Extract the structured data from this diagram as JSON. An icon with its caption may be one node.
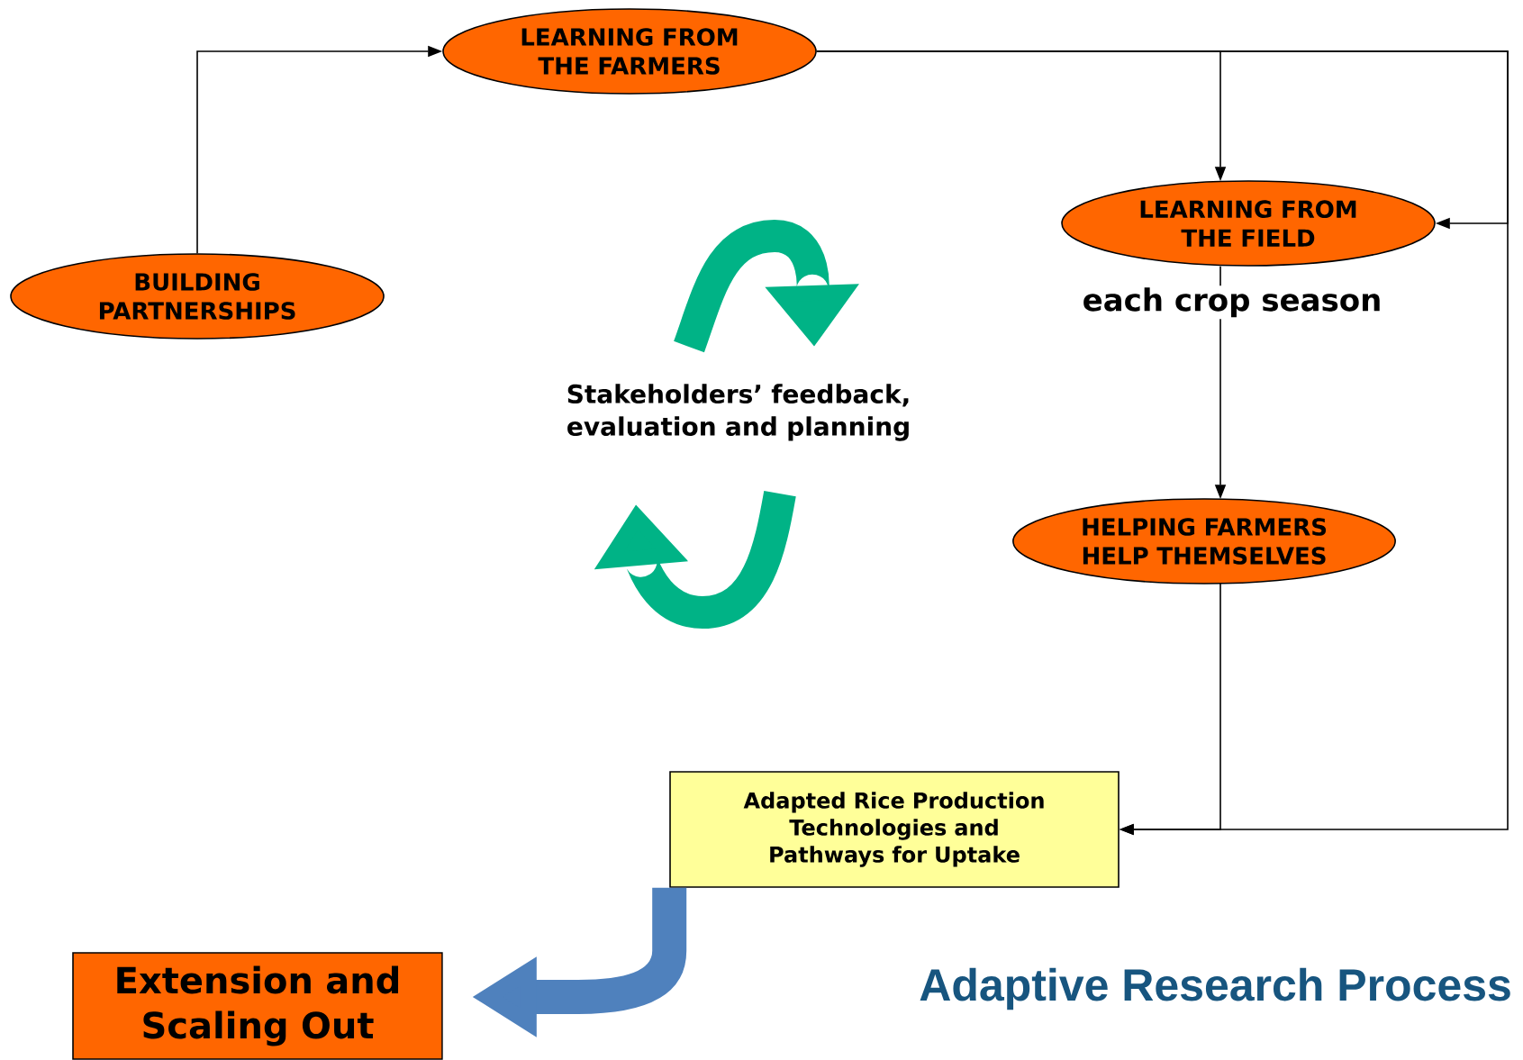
{
  "diagram": {
    "title": "Adaptive Research Process",
    "nodes": [
      {
        "text": [
          "LEARNING FROM THE FARMERS"
        ]
      },
      {
        "text": [
          "LEARNING FROM THE FIELD"
        ],
        "beside": [
          "each crop season"
        ]
      },
      {
        "text": [
          "BUILDING PARTNERSHIPS"
        ]
      },
      {
        "text": [
          "HELPING FARMERS HELP THEMSELVES"
        ]
      },
      {
        "text": [
          "Adapted Rice Production Technologies and Pathways for Uptake"
        ]
      },
      {
        "text": [
          "Extension and Scaling Out"
        ]
      }
    ],
    "edges": [
      {
        "from": 2,
        "to": 0,
        "arrow": "to"
      },
      {
        "from": 0,
        "to": 1,
        "arrow": "to"
      },
      {
        "from": 0,
        "to": 1,
        "arrow": "to"
      },
      {
        "from": 1,
        "to": 3,
        "arrow": "to"
      },
      {
        "from": 3,
        "to": 4,
        "arrow": "to"
      },
      {
        "from": 0,
        "to": 4,
        "arrow": "to"
      },
      {
        "from": 4,
        "to": 5,
        "arrow": "to",
        "style": "thick",
        "color": "#4f81bd"
      }
    ],
    "labels": [
      "Stakeholders’ feedback, evaluation and planning"
    ]
  }
}
